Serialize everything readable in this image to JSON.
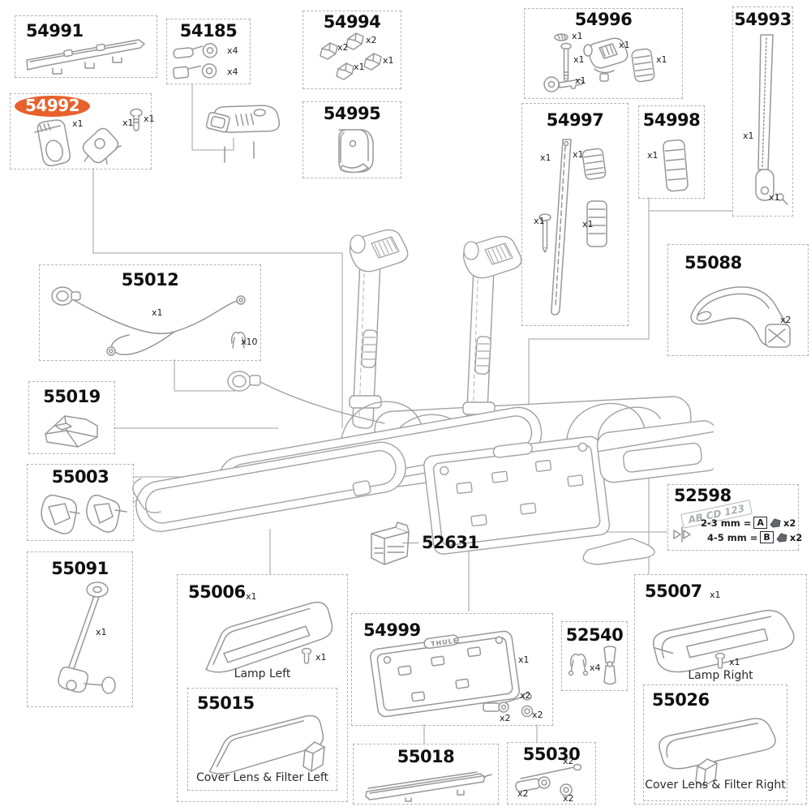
{
  "highlight_color": "#e8612c",
  "parts": {
    "54991": {
      "number": "54991",
      "counts": []
    },
    "54185": {
      "number": "54185",
      "counts": [
        "x4",
        "x4"
      ]
    },
    "54992": {
      "number": "54992",
      "highlighted": true,
      "counts": [
        "x1",
        "x1",
        "x1"
      ]
    },
    "54994": {
      "number": "54994",
      "counts": [
        "x2",
        "x2",
        "x1",
        "x1"
      ]
    },
    "54995": {
      "number": "54995",
      "counts": []
    },
    "54996": {
      "number": "54996",
      "counts": [
        "x1",
        "x1",
        "x1",
        "x1",
        "x1"
      ]
    },
    "54993": {
      "number": "54993",
      "counts": [
        "x1",
        "x1"
      ]
    },
    "54997": {
      "number": "54997",
      "counts": [
        "x1",
        "x1",
        "x1",
        "x1"
      ]
    },
    "54998": {
      "number": "54998",
      "counts": [
        "x1"
      ]
    },
    "55088": {
      "number": "55088",
      "counts": [
        "x2"
      ]
    },
    "55012": {
      "number": "55012",
      "counts": [
        "x1",
        "x10"
      ]
    },
    "55019": {
      "number": "55019",
      "counts": []
    },
    "55003": {
      "number": "55003",
      "counts": []
    },
    "55091": {
      "number": "55091",
      "counts": [
        "x1"
      ]
    },
    "55006": {
      "number": "55006",
      "counts": [
        "x1",
        "x1"
      ],
      "caption": "Lamp Left"
    },
    "55015": {
      "number": "55015",
      "caption": "Cover Lens & Filter Left"
    },
    "52631": {
      "number": "52631"
    },
    "54999": {
      "number": "54999",
      "counts": [
        "x1",
        "x2",
        "x2",
        "x2"
      ],
      "logo_text": "THULE"
    },
    "55018": {
      "number": "55018"
    },
    "55030": {
      "number": "55030",
      "counts": [
        "x2",
        "x2",
        "x2"
      ]
    },
    "52540": {
      "number": "52540",
      "counts": [
        "x4"
      ]
    },
    "55007": {
      "number": "55007",
      "counts": [
        "x1",
        "x1"
      ],
      "caption": "Lamp Right"
    },
    "55026": {
      "number": "55026",
      "caption": "Cover Lens & Filter Right"
    },
    "52598": {
      "number": "52598",
      "plate_text": "AB CD 123",
      "rows": [
        {
          "label": "2-3 mm =",
          "letter": "A",
          "count": "x2"
        },
        {
          "label": "4-5 mm =",
          "letter": "B",
          "count": "x2"
        }
      ]
    }
  }
}
